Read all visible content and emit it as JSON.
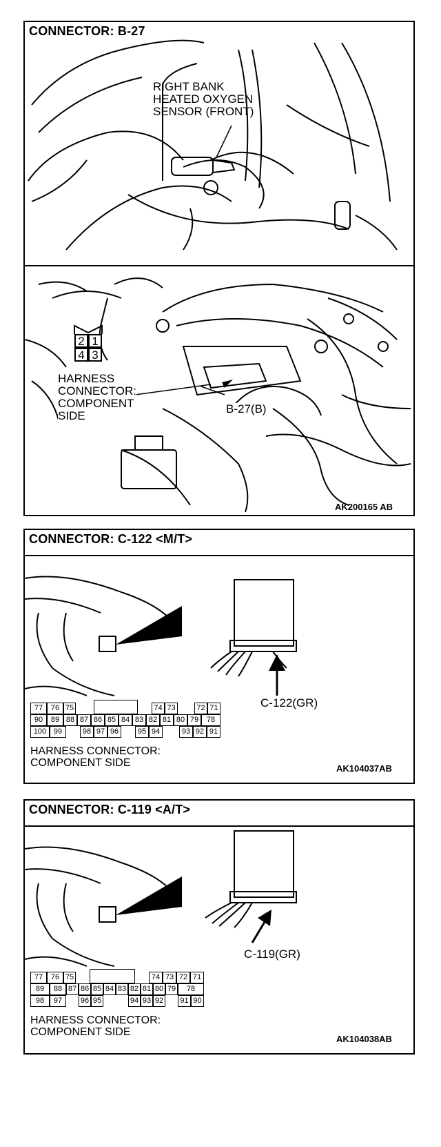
{
  "panel1": {
    "title": "CONNECTOR: B-27",
    "sensor_label": [
      "RIGHT BANK",
      "HEATED OXYGEN",
      "SENSOR (FRONT)"
    ],
    "pins": [
      "2",
      "1",
      "4",
      "3"
    ],
    "harness_label": [
      "HARNESS",
      "CONNECTOR:",
      "COMPONENT",
      "SIDE"
    ],
    "connector_callout": "B-27(B)",
    "code": "AK200165 AB"
  },
  "panel2": {
    "title": "CONNECTOR: C-122 <M/T>",
    "connector_callout": "C-122(GR)",
    "pin_rows": [
      [
        "77",
        "76",
        "75",
        "",
        "74",
        "73",
        "72",
        "71"
      ],
      [
        "90",
        "89",
        "88",
        "87",
        "86",
        "85",
        "84",
        "83",
        "82",
        "81",
        "80",
        "79",
        "78"
      ],
      [
        "100",
        "99",
        "98",
        "97",
        "96",
        "95",
        "94",
        "93",
        "92",
        "91"
      ]
    ],
    "harness_label": [
      "HARNESS CONNECTOR:",
      "COMPONENT SIDE"
    ],
    "code": "AK104037AB"
  },
  "panel3": {
    "title": "CONNECTOR: C-119 <A/T>",
    "connector_callout": "C-119(GR)",
    "pin_rows": [
      [
        "77",
        "76",
        "75",
        "",
        "74",
        "73",
        "72",
        "71"
      ],
      [
        "89",
        "88",
        "87",
        "86",
        "85",
        "84",
        "83",
        "82",
        "81",
        "80",
        "79",
        "78"
      ],
      [
        "98",
        "97",
        "96",
        "95",
        "94",
        "93",
        "92",
        "91",
        "90"
      ]
    ],
    "harness_label": [
      "HARNESS CONNECTOR:",
      "COMPONENT SIDE"
    ],
    "code": "AK104038AB"
  }
}
